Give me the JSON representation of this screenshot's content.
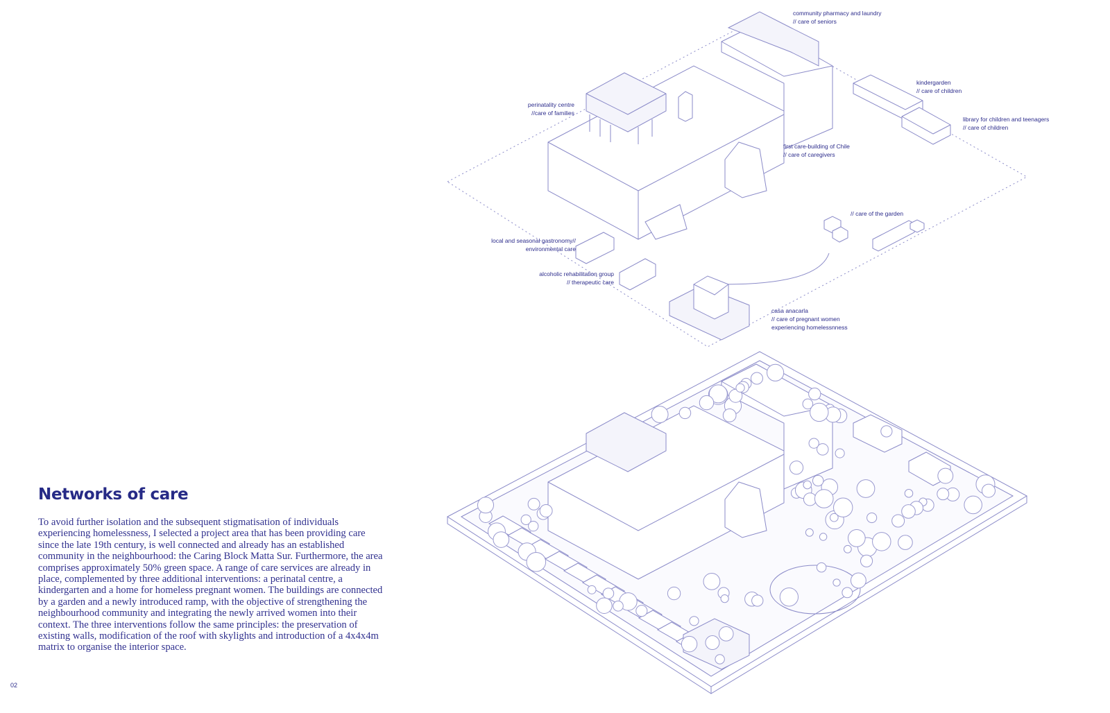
{
  "heading": "Networks of care",
  "paragraph": "To avoid further isolation and the subsequent stigmatisation of individuals experiencing homelessness, I selected a project area that has been providing care since the late 19th century, is well connected and already has an established community in the neighbourhood: the Caring Block Matta Sur. Furthermore, the area comprises approximately 50% green space. A range of care services are already in place, complemented by three additional interventions: a perinatal centre, a kindergarten and a home for homeless pregnant women. The buildings are connected by a garden and a newly introduced ramp, with the objective of strengthening the neighbourhood community and integrating the newly arrived women into their context. The three interventions follow the same principles: the preservation of existing walls, modification of the roof with skylights and introduction of a 4x4x4m matrix to organise the interior space.",
  "page_number": "02",
  "colors": {
    "ink": "#2d2d8c",
    "line": "#8a8ac8",
    "fill": "#f4f4fb"
  },
  "labels": [
    {
      "name": "community pharmacy and laundry",
      "care": "// care of seniors"
    },
    {
      "name": "kindergarden",
      "care": "// care of children"
    },
    {
      "name": "library for children and teenagers",
      "care": "// care of children"
    },
    {
      "name": "first care-building of Chile",
      "care": "// care of caregivers"
    },
    {
      "name": "perinatality centre",
      "care": "//care of families"
    },
    {
      "name": "// care of the garden",
      "care": ""
    },
    {
      "name": "local and seasonal gastronomy//",
      "care": "environmental care"
    },
    {
      "name": "alcoholic rehabilitation group",
      "care": "// therapeutic care"
    },
    {
      "name": "casa anacarla",
      "care": "// care of pregnant women",
      "extra": "experiencing homelessnness"
    }
  ]
}
